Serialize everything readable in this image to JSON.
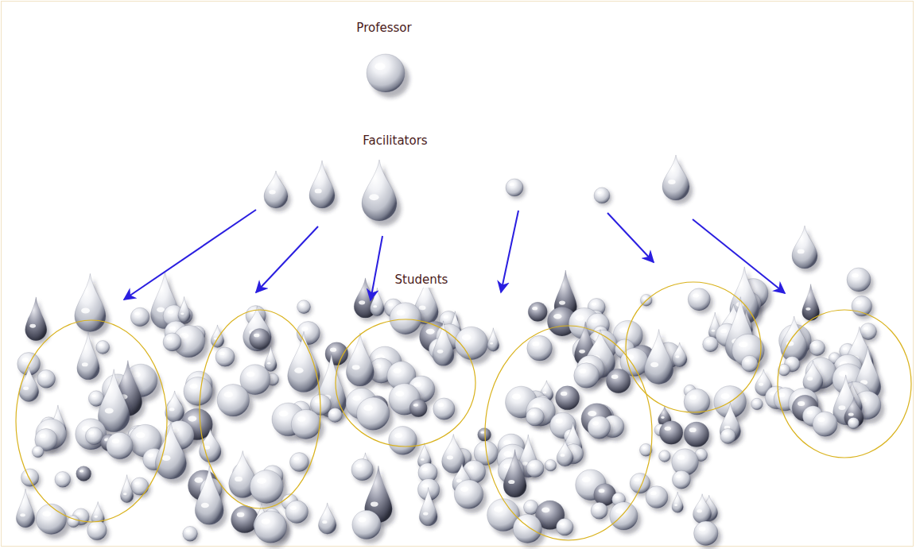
{
  "diagram": {
    "labels": [
      "Professor",
      "Facilitators",
      "Students"
    ]
  }
}
